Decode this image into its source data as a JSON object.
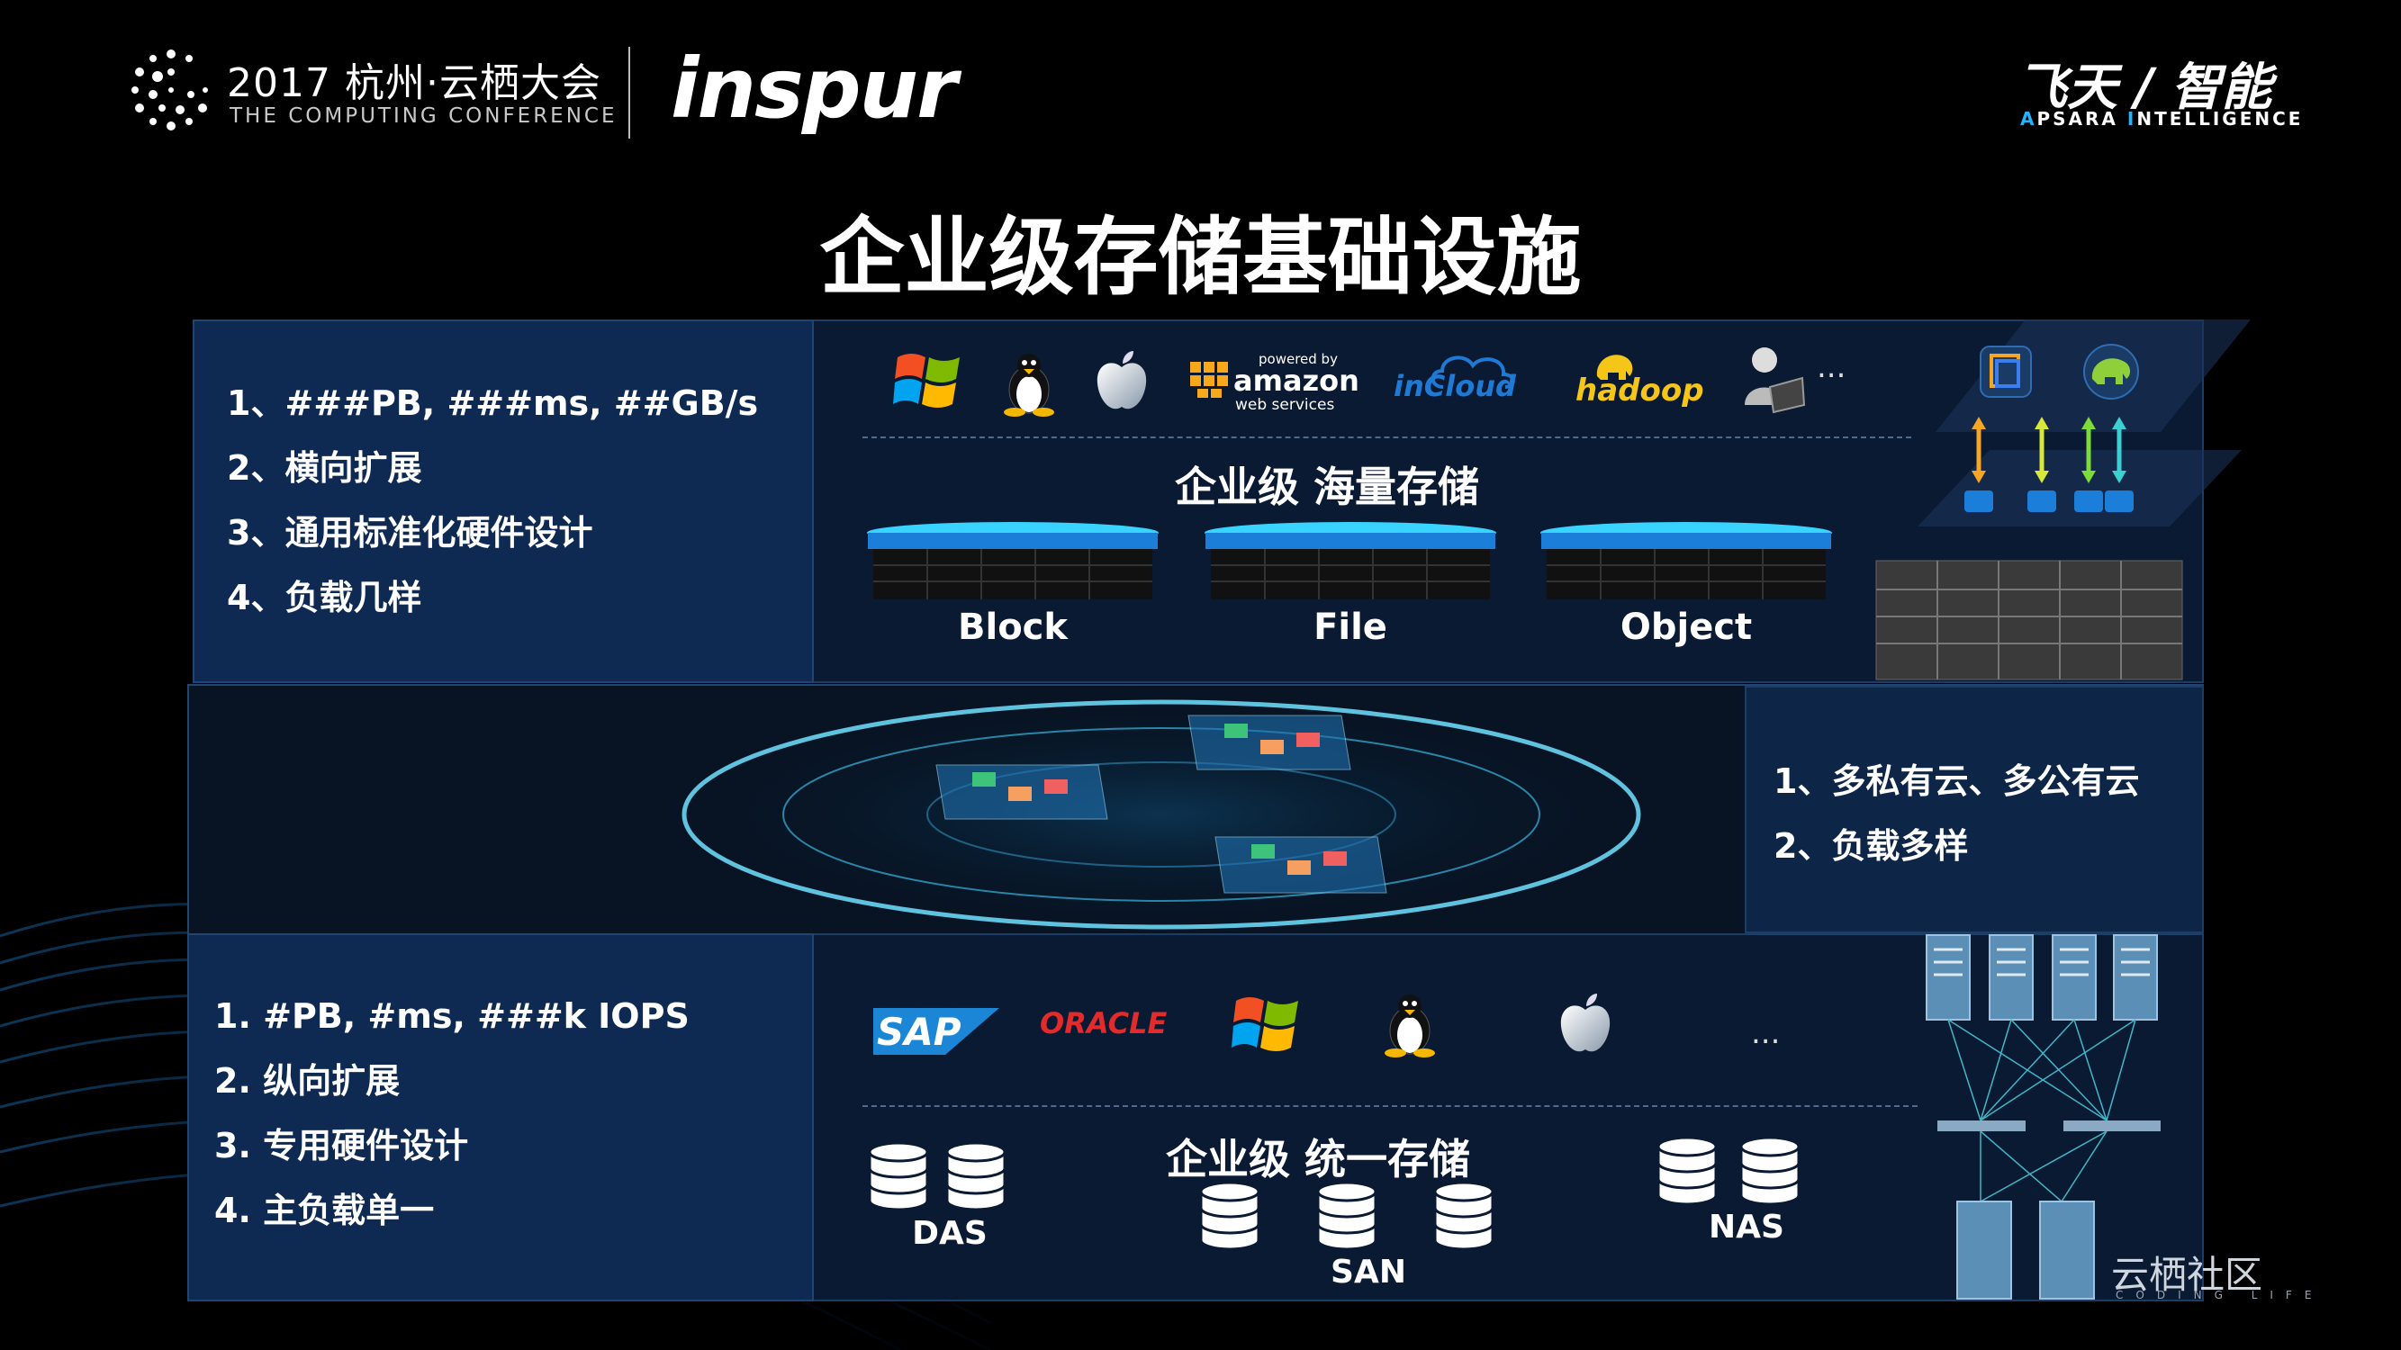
{
  "header": {
    "conference_title": "2017 杭州·云栖大会",
    "conference_subtitle": "THE COMPUTING CONFERENCE",
    "brand": "inspur",
    "apsara_title": "飞天 / 智能",
    "apsara_subtitle_parts": [
      "A",
      "PSARA ",
      "I",
      "NTELLIGENCE"
    ]
  },
  "main_title": "企业级存储基础设施",
  "top_section": {
    "features": [
      "1、###PB, ###ms, ##GB/s",
      "2、横向扩展",
      "3、通用标准化硬件设计",
      "4、负载几样"
    ],
    "section_title": "企业级 海量存储",
    "logos": {
      "aws_top": "powered by",
      "aws_mid": "amazon",
      "aws_bottom": "web services",
      "incloud": "inCloud",
      "hadoop": "hadoop",
      "ellipsis": "..."
    },
    "storage_types": [
      "Block",
      "File",
      "Object"
    ]
  },
  "middle_section": {
    "features": [
      "1、多私有云、多公有云",
      "2、负载多样"
    ]
  },
  "bottom_section": {
    "features": [
      "1.   #PB, #ms, ###k IOPS",
      "2.  纵向扩展",
      "3.  专用硬件设计",
      "4.  主负载单一"
    ],
    "section_title": "企业级  统一存储",
    "logos": {
      "sap": "SAP",
      "oracle": "ORACLE",
      "ellipsis": "..."
    },
    "storage_types": {
      "das": "DAS",
      "san": "SAN",
      "nas": "NAS"
    }
  },
  "watermark": {
    "title": "云栖社区",
    "subtitle": "CODING LIFE"
  },
  "colors": {
    "panel_dark": "#0a1a33",
    "panel_light": "#0e2a52",
    "accent_cyan": "#38d4ff",
    "aws_orange": "#f7a81b",
    "oracle_red": "#e32b2b",
    "sap_blue": "#1b86d6"
  }
}
